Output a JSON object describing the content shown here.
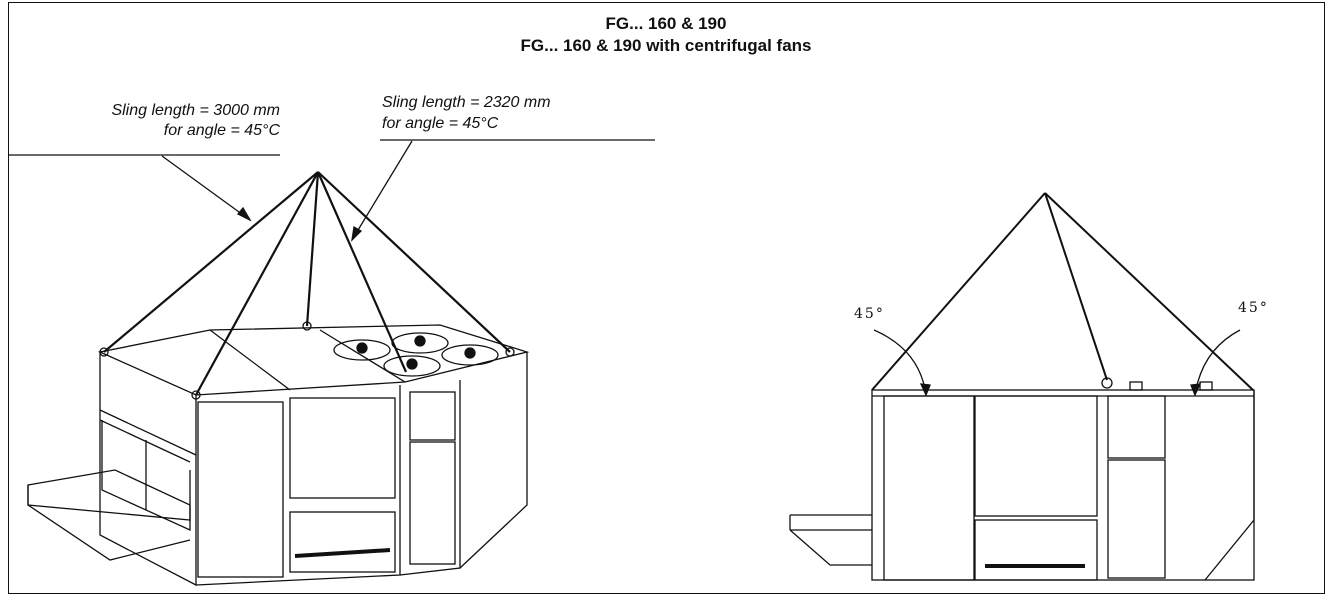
{
  "header": {
    "title_line1": "FG... 160 & 190",
    "title_line2": "FG... 160 & 190 with centrifugal fans"
  },
  "annotations": {
    "sling_a_line1": "Sling length = 3000 mm",
    "sling_a_line2": "for angle = 45°C",
    "sling_b_line1": "Sling length = 2320 mm",
    "sling_b_line2": "for angle = 45°C",
    "angle_left": "45°",
    "angle_right": "45°"
  }
}
